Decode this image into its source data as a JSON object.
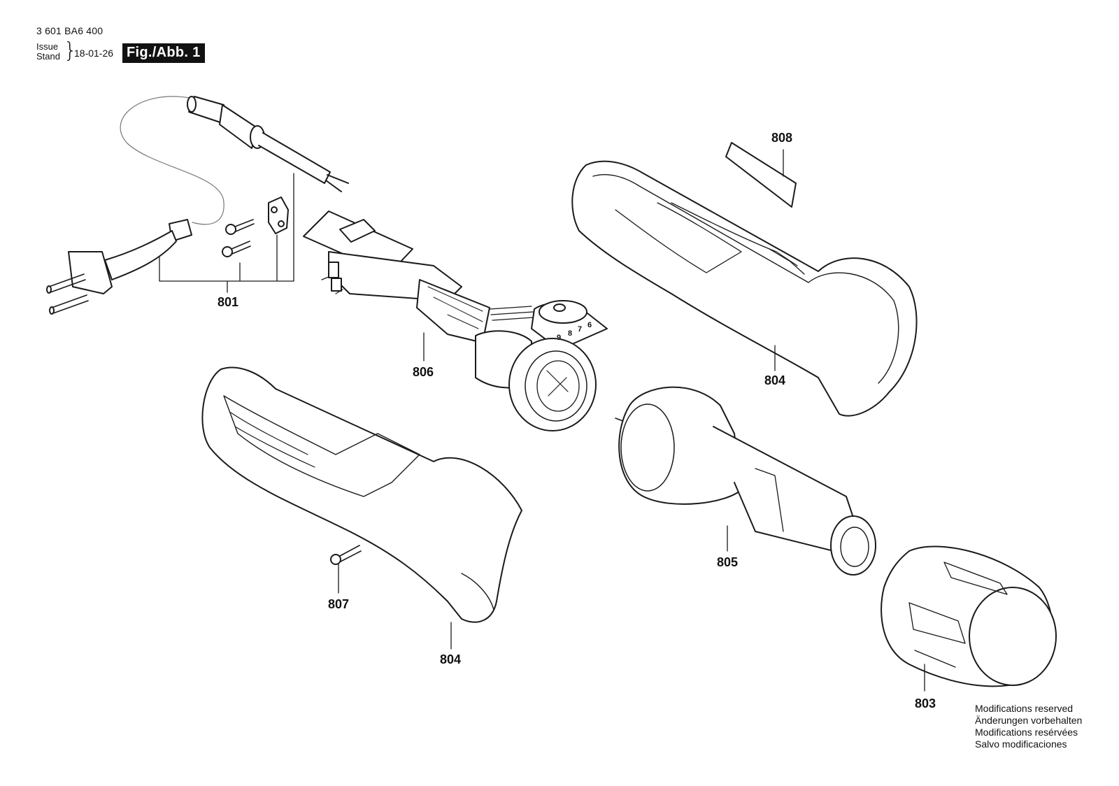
{
  "header": {
    "part_number": "3 601 BA6 400",
    "issue_label": "Issue",
    "stand_label": "Stand",
    "date": "18-01-26",
    "figure_label": "Fig./Abb. 1"
  },
  "callouts": {
    "p801": "801",
    "p803": "803",
    "p804_upper": "804",
    "p804_lower": "804",
    "p805": "805",
    "p806": "806",
    "p807": "807",
    "p808": "808"
  },
  "dial_digits": [
    "9",
    "8",
    "7",
    "6"
  ],
  "notes": {
    "en": "Modifications reserved",
    "de": "Änderungen vorbehalten",
    "fr": "Modifications resérvées",
    "es": "Salvo modificaciones"
  }
}
